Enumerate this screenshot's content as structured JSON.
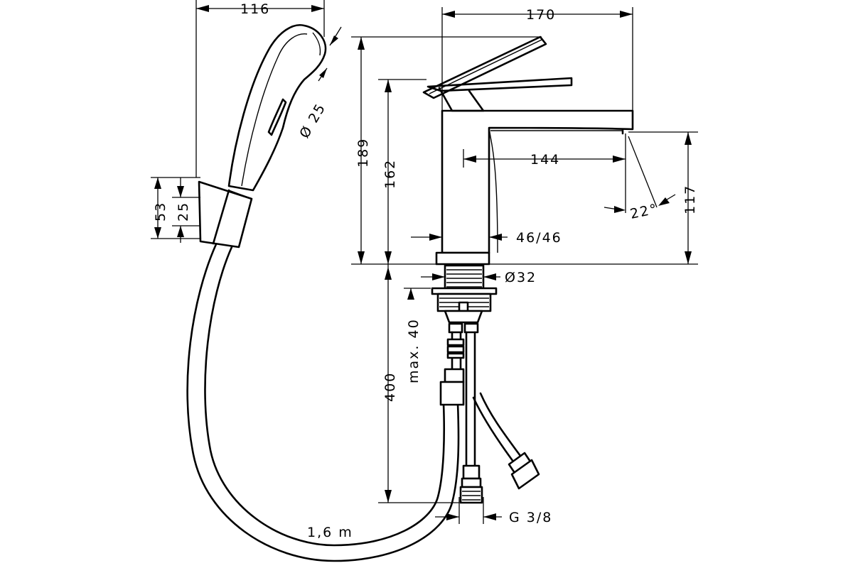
{
  "dimensions": {
    "hand_shower_width": "116",
    "hand_shower_diameter": "Ø 25",
    "holder_height": "53",
    "holder_inner": "25",
    "faucet_depth": "170",
    "overall_height": "189",
    "spout_height_top": "162",
    "spout_reach": "144",
    "spout_height": "117",
    "spout_angle": "22°",
    "body_section": "46/46",
    "mounting_diameter": "Ø32",
    "max_deck_thickness": "max. 40",
    "supply_hose_length": "400",
    "connection_thread": "G 3/8",
    "shower_hose_length": "1,6 m"
  }
}
